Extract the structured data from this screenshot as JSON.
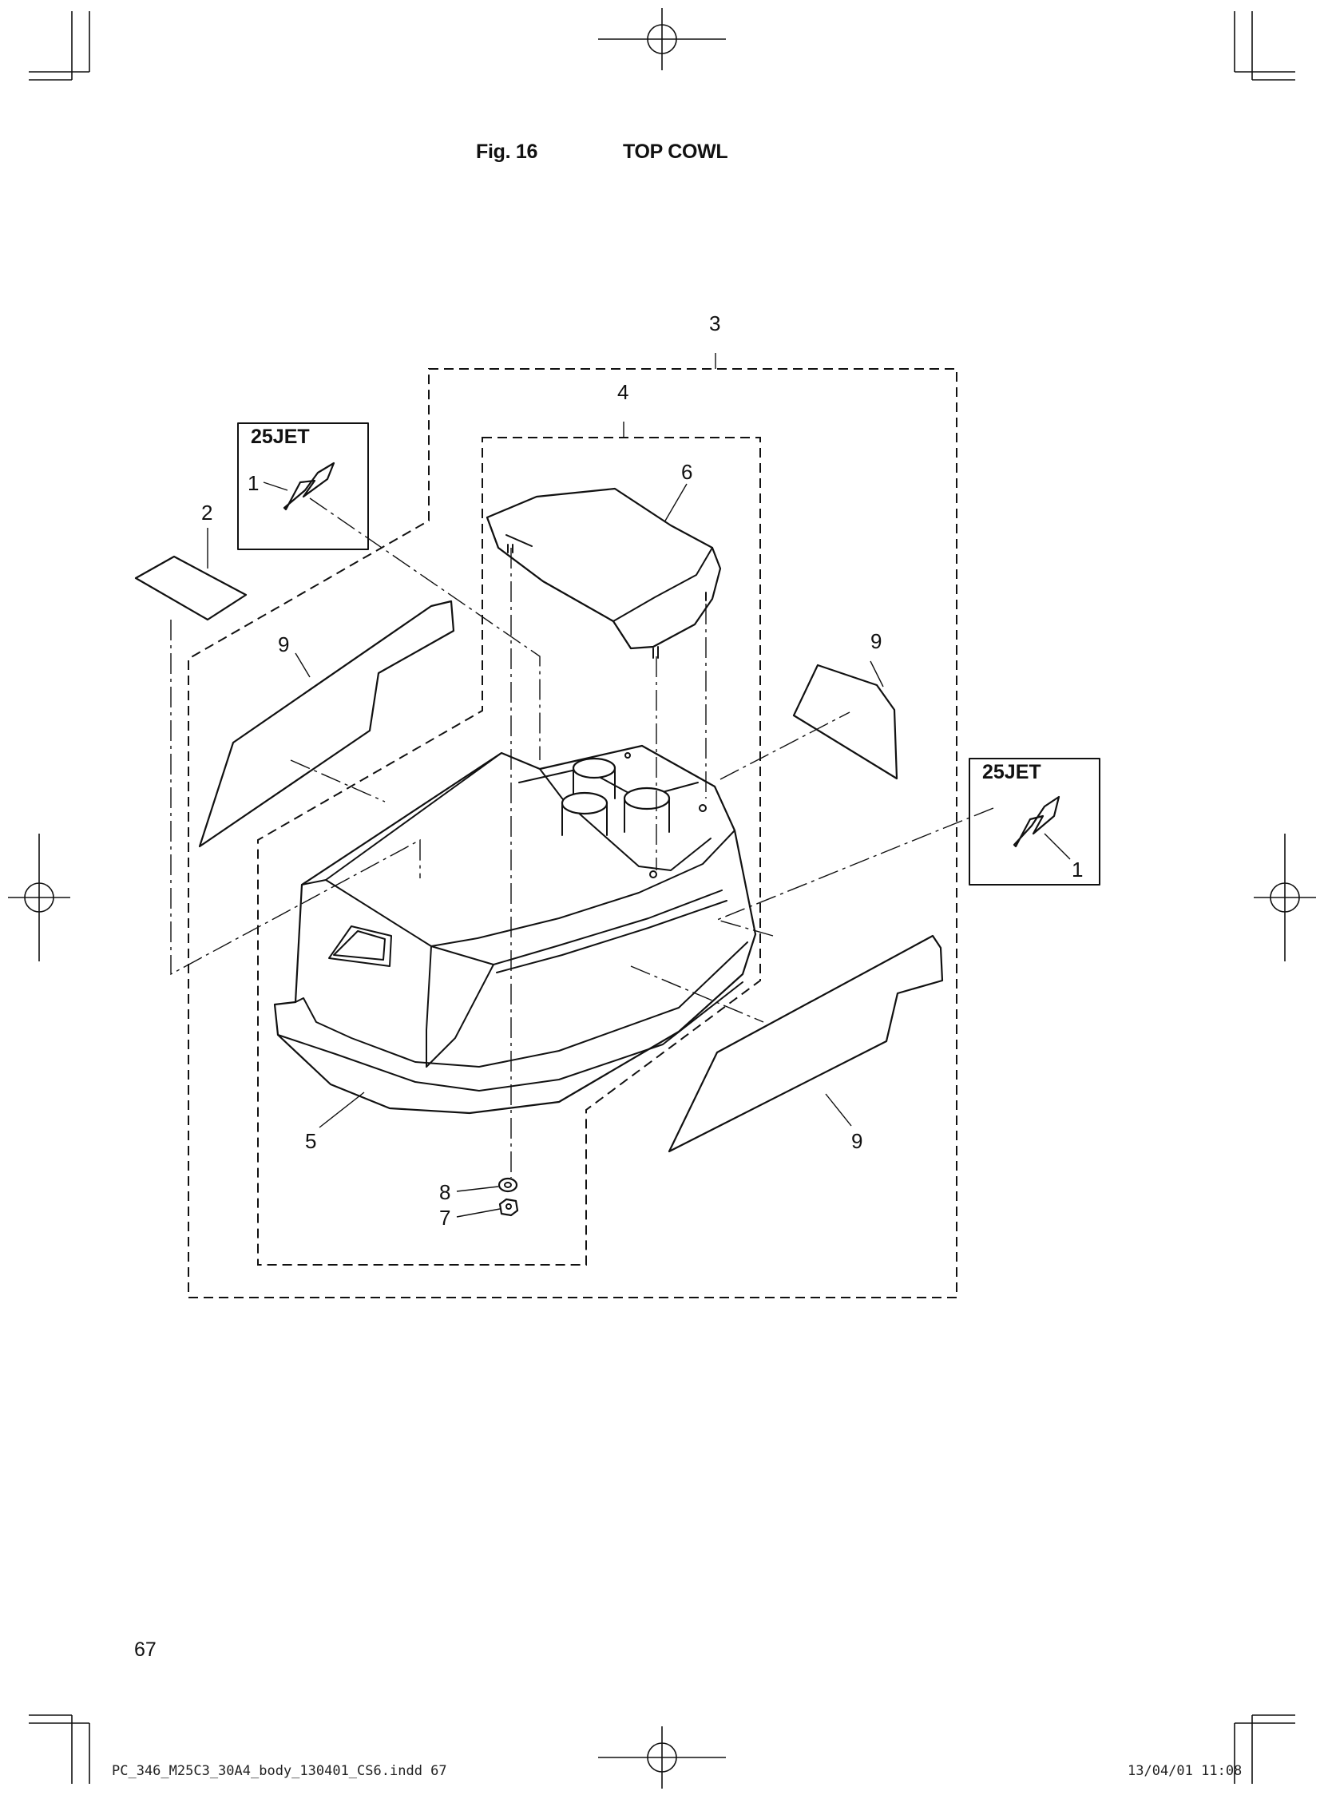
{
  "header": {
    "figure": "Fig. 16",
    "title": "TOP COWL"
  },
  "callouts": {
    "c1a": "1",
    "c1b": "1",
    "c2": "2",
    "c3": "3",
    "c4": "4",
    "c5": "5",
    "c6": "6",
    "c7": "7",
    "c8": "8",
    "c9a": "9",
    "c9b": "9",
    "c9c": "9"
  },
  "variant_boxes": {
    "left": "25JET",
    "right": "25JET"
  },
  "footer": {
    "page_number": "67",
    "file": "PC_346_M25C3_30A4_body_130401_CS6.indd   67",
    "date": "13/04/01   11:08"
  }
}
